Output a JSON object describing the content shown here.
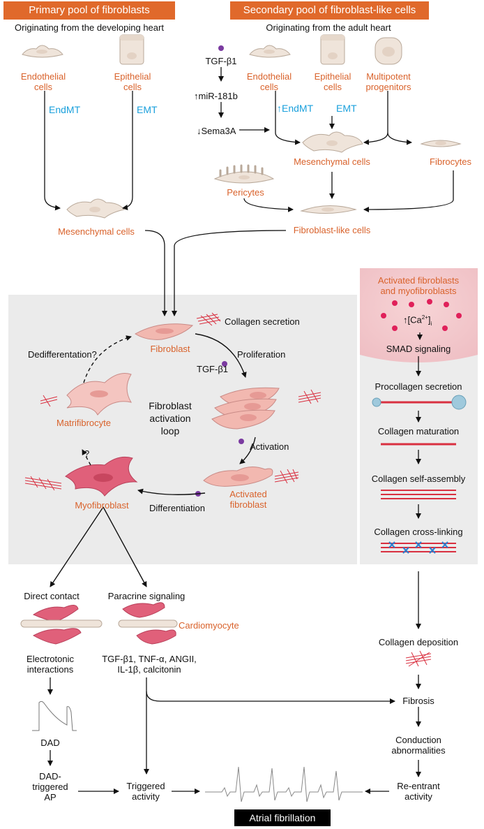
{
  "headers": {
    "primary": "Primary pool of fibroblasts",
    "secondary": "Secondary pool of fibroblast-like cells"
  },
  "subheaders": {
    "primary": "Originating from the developing heart",
    "secondary": "Originating from the adult heart"
  },
  "primary_pool": {
    "endothelial": "Endothelial\ncells",
    "epithelial": "Epithelial\ncells",
    "endmt": "EndMT",
    "emt": "EMT",
    "mesenchymal": "Mesenchymal cells"
  },
  "secondary_pool": {
    "tgf": "TGF-β1",
    "mir": "miR-181b",
    "sema": "Sema3A",
    "endothelial": "Endothelial\ncells",
    "epithelial": "Epithelial\ncells",
    "multipotent": "Multipotent\nprogenitors",
    "endmt": "EndMT",
    "emt": "EMT",
    "mesenchymal": "Mesenchymal cells",
    "fibrocytes": "Fibrocytes",
    "pericytes": "Pericytes",
    "fibroblast_like": "Fibroblast-like cells"
  },
  "loop": {
    "fibroblast": "Fibroblast",
    "collagen_secretion": "Collagen secretion",
    "proliferation": "Proliferation",
    "tgf": "TGF-β1",
    "dedifferentiation": "Dedifferentation?",
    "center": "Fibroblast\nactivation\nloop",
    "matrifibrocyte": "Matrifibrocyte",
    "activation": "Activation",
    "question": "?",
    "myofibroblast": "Myofibroblast",
    "differentiation": "Differentiation",
    "activated_fibroblast": "Activated\nfibroblast"
  },
  "right_panel": {
    "title": "Activated fibroblasts\nand myofibroblasts",
    "ca": "[Ca",
    "ca_sup": "2+",
    "ca_sub": "i",
    "ca_close": "]",
    "smad": "SMAD signaling",
    "procollagen": "Procollagen secretion",
    "maturation": "Collagen maturation",
    "self_assembly": "Collagen self-assembly",
    "cross_linking": "Collagen cross-linking"
  },
  "bottom": {
    "direct_contact": "Direct contact",
    "paracrine": "Paracrine signaling",
    "cardiomyocyte": "Cardiomyocyte",
    "electrotonic": "Electrotonic\ninteractions",
    "factors": "TGF-β1, TNF-α, ANGII,\nIL-1β, calcitonin",
    "dad": "DAD",
    "dad_triggered": "DAD-\ntriggered\nAP",
    "triggered": "Triggered\nactivity",
    "collagen_deposition": "Collagen deposition",
    "fibrosis": "Fibrosis",
    "conduction": "Conduction\nabnormalities",
    "reentrant": "Re-entrant\nactivity",
    "af": "Atrial fibrillation"
  },
  "colors": {
    "header": "#e0692b",
    "label_orange": "#d9622b",
    "label_blue": "#1aa0dc",
    "cell_beige": "#efe4da",
    "fibroblast_pink": "#f2b8b0",
    "myofibroblast": "#e0607a",
    "collagen_red": "#d93040",
    "tgf_purple": "#7a3aa0",
    "calcium": "#e0205a"
  }
}
